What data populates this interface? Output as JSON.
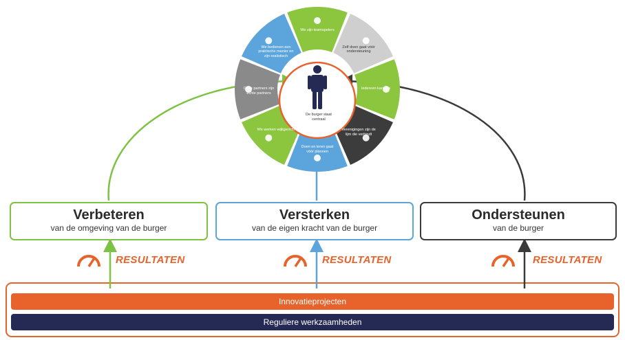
{
  "center": {
    "label": "De burger staat centraal"
  },
  "wheel": [
    {
      "label": "We zijn teamspelers",
      "icon": "trophy-icon",
      "color": "#8cc63f"
    },
    {
      "label": "Zelf doen gaat vóór ondersteuning",
      "icon": "document-icon",
      "color": "#cfcfcf"
    },
    {
      "label": "Iedereen kan iets",
      "icon": "ladder-icon",
      "color": "#8cc63f"
    },
    {
      "label": "Verenigingen zijn de lijm die verbindt",
      "icon": "brush-icon",
      "color": "#3c3c3c"
    },
    {
      "label": "Doen en leren gaat vóór plannen",
      "icon": "loop-icon",
      "color": "#5ba4dc"
    },
    {
      "label": "We werken wijkgericht",
      "icon": "house-icon",
      "color": "#8cc63f"
    },
    {
      "label": "Onze partners zijn échte partners",
      "icon": "link-icon",
      "color": "#8a8a8a"
    },
    {
      "label": "We bedienen een praktische manier en zijn realistisch",
      "icon": "eye-icon",
      "color": "#5ba4dc"
    }
  ],
  "pillars": [
    {
      "title": "Verbeteren",
      "subtitle": "van de omgeving van de burger",
      "color": "#7dc242"
    },
    {
      "title": "Versterken",
      "subtitle": "van de eigen kracht van de burger",
      "color": "#5ba4dc"
    },
    {
      "title": "Ondersteunen",
      "subtitle": "van de burger",
      "color": "#3a3a3a"
    }
  ],
  "results_label": "RESULTATEN",
  "bars": {
    "innovation": "Innovatieprojecten",
    "regular": "Reguliere werkzaamheden"
  },
  "colors": {
    "orange": "#e8632b",
    "navy": "#252a55",
    "green": "#7dc242",
    "blue": "#5ba4dc",
    "dark": "#3a3a3a"
  }
}
